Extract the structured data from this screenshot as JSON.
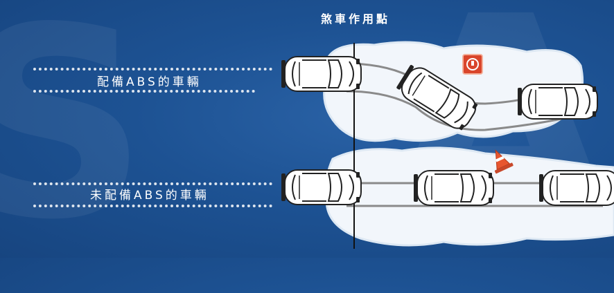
{
  "header": {
    "title": "煞車作用點"
  },
  "rows": [
    {
      "label": "配備ABS的車輛"
    },
    {
      "label": "未配備ABS的車輛"
    }
  ],
  "icons": {
    "warning_sign": "warning-sign-icon",
    "traffic_cone": "traffic-cone-icon"
  },
  "colors": {
    "background": "#1d5293",
    "snow": "#ffffff",
    "track": "#8a8a8a",
    "sign": "#d9452b",
    "cone": "#e8562f"
  }
}
